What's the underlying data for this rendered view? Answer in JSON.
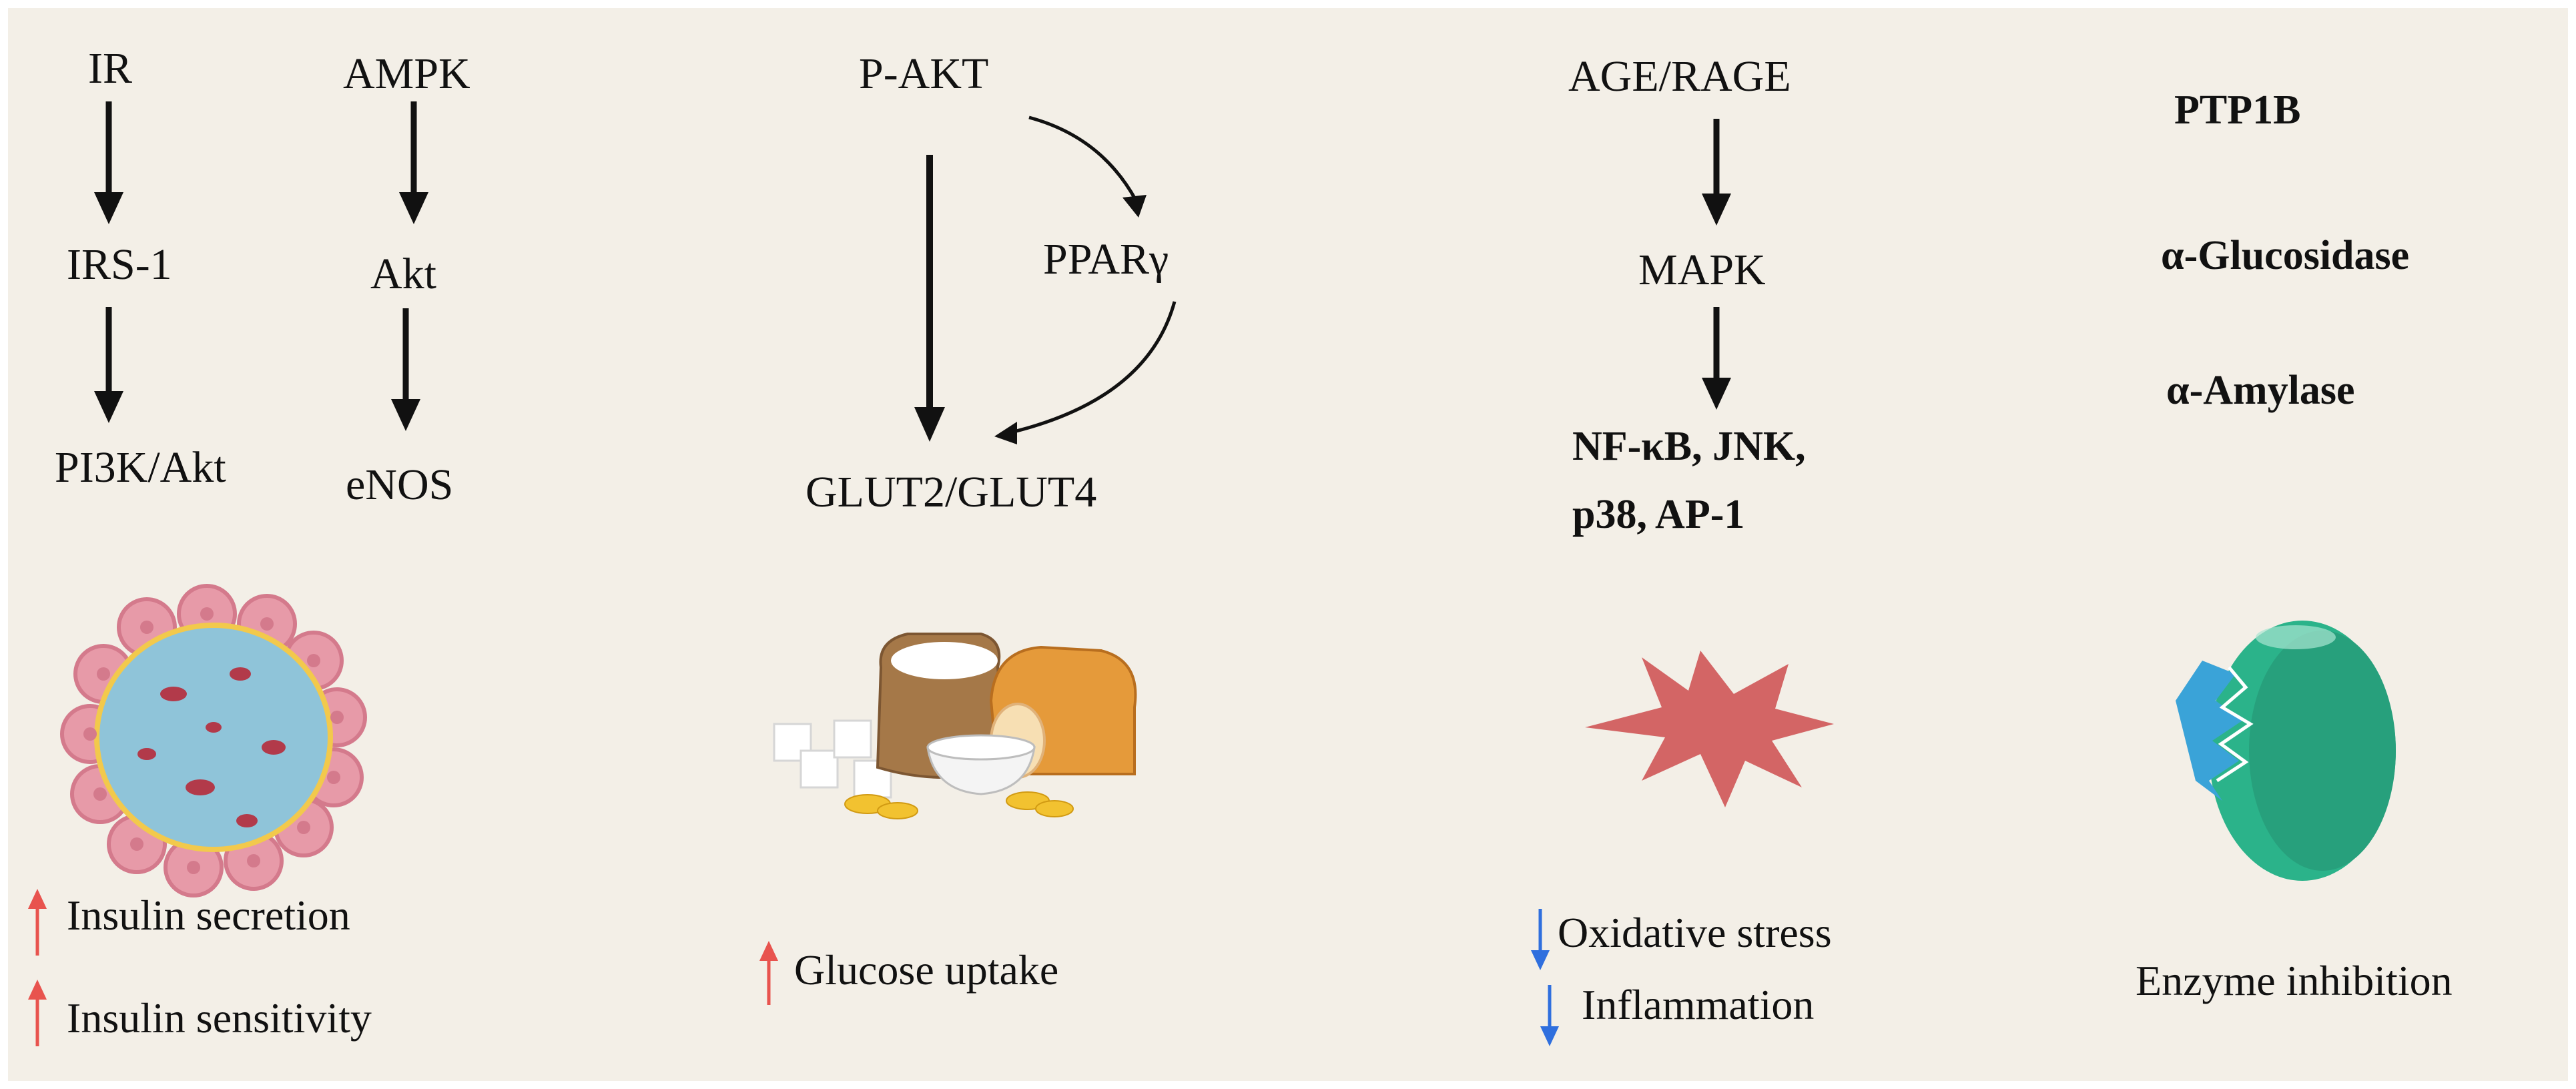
{
  "pathways": {
    "ir": "IR",
    "irs1": "IRS-1",
    "pi3k": "PI3K/Akt",
    "ampk": "AMPK",
    "akt": "Akt",
    "enos": "eNOS",
    "pakt": "P-AKT",
    "ppar": "PPARγ",
    "glut": "GLUT2/GLUT4",
    "age": "AGE/RAGE",
    "mapk": "MAPK",
    "nfkb": "NF-κB, JNK,",
    "p38": "p38, AP-1",
    "ptp1b": "PTP1B",
    "glucosidase": "α-Glucosidase",
    "amylase": "α-Amylase"
  },
  "effects": {
    "insulin_secretion": "Insulin secretion",
    "insulin_sensitivity": "Insulin sensitivity",
    "glucose_uptake": "Glucose uptake",
    "oxidative_stress": "Oxidative stress",
    "inflammation": "Inflammation",
    "enzyme_inhibition": "Enzyme inhibition"
  },
  "colors": {
    "panel_bg": "#f3efe7",
    "increase_arrow": "#e8534e",
    "decrease_arrow": "#2f6fde",
    "burst": "#d36565",
    "enzyme": "#2bb38a"
  },
  "icons": {
    "islet": "pancreatic-islet-icon",
    "food": "carbohydrate-food-icon",
    "stress": "oxidative-burst-icon",
    "enzyme": "inhibited-enzyme-icon"
  }
}
